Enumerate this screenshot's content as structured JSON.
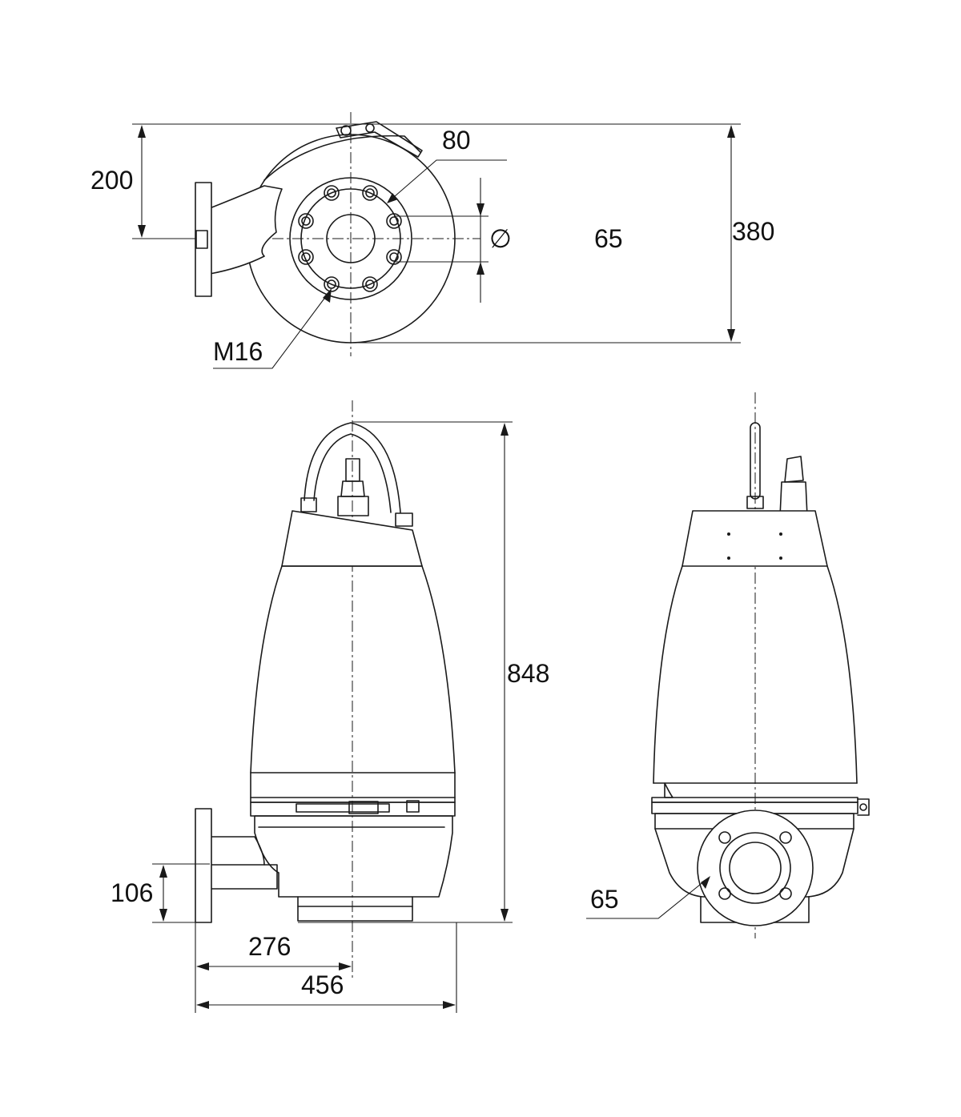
{
  "top_view": {
    "dim_height_center": "200",
    "dim_bolt_circle": "80",
    "dim_outlet_size": "65",
    "dim_total_depth": "380",
    "dim_thread": "M16",
    "diameter_symbol": "∅"
  },
  "side_view": {
    "dim_total_height": "848",
    "dim_outlet_height": "106",
    "dim_axis_distance": "276",
    "dim_total_width": "456"
  },
  "front_view": {
    "dim_outlet_size": "65"
  }
}
